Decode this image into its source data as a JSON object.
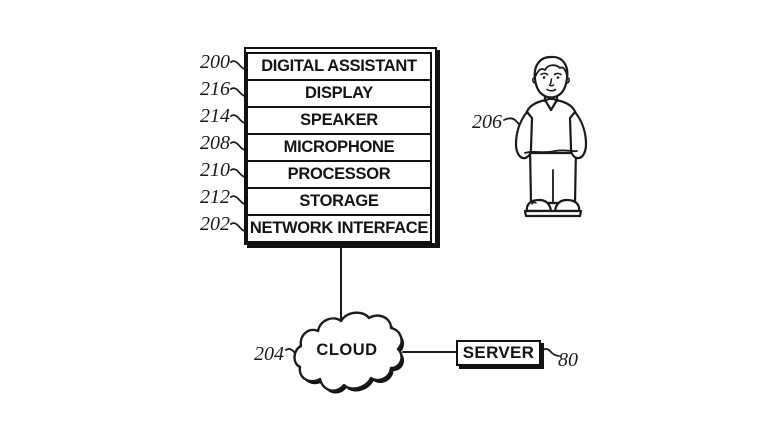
{
  "figure": {
    "device_stack": {
      "rows": [
        {
          "ref": "200",
          "label": "DIGITAL ASSISTANT"
        },
        {
          "ref": "216",
          "label": "DISPLAY"
        },
        {
          "ref": "214",
          "label": "SPEAKER"
        },
        {
          "ref": "208",
          "label": "MICROPHONE"
        },
        {
          "ref": "210",
          "label": "PROCESSOR"
        },
        {
          "ref": "212",
          "label": "STORAGE"
        },
        {
          "ref": "202",
          "label": "NETWORK INTERFACE"
        }
      ]
    },
    "user": {
      "ref": "206"
    },
    "cloud": {
      "ref": "204",
      "label": "CLOUD"
    },
    "server": {
      "ref": "80",
      "label": "SERVER"
    },
    "colors": {
      "line": "#1a1a1a",
      "background": "#ffffff"
    }
  }
}
